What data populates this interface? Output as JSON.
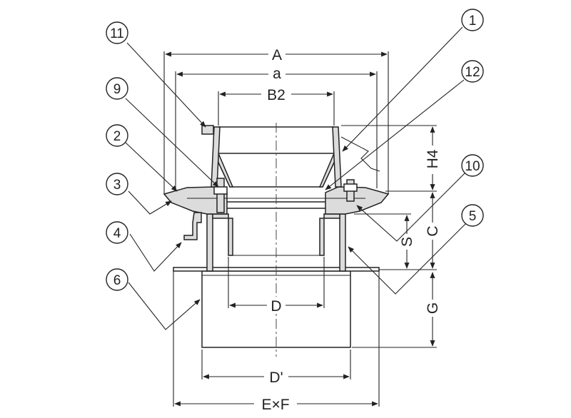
{
  "dimensions": {
    "A": "A",
    "a": "a",
    "B2": "B2",
    "H4": "H4",
    "S": "S",
    "C": "C",
    "D": "D",
    "G": "G",
    "D_prime": "D'",
    "ExF": "E×F"
  },
  "callouts": {
    "c1": "1",
    "c2": "2",
    "c3": "3",
    "c4": "4",
    "c5": "5",
    "c6": "6",
    "c9": "9",
    "c10": "10",
    "c11": "11",
    "c12": "12"
  }
}
